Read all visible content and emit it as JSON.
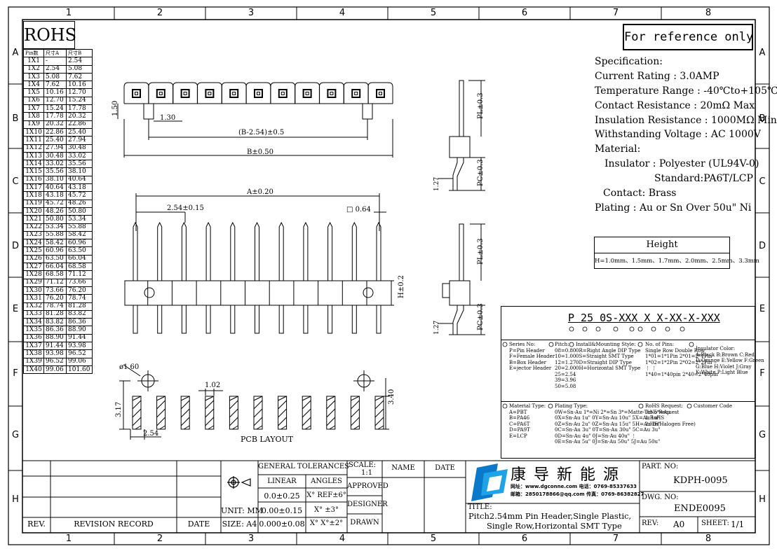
{
  "grid": {
    "columns": [
      "1",
      "2",
      "3",
      "4",
      "5",
      "6",
      "7",
      "8"
    ],
    "rows": [
      "A",
      "B",
      "C",
      "D",
      "E",
      "F",
      "G",
      "H"
    ]
  },
  "header": {
    "rohs": "ROHS",
    "reference": "For reference only"
  },
  "pin_table": {
    "headers": [
      "Pin数",
      "尺寸A",
      "尺寸B"
    ],
    "rows": [
      [
        "1X1",
        "-",
        "2.54"
      ],
      [
        "1X2",
        "2.54",
        "5.08"
      ],
      [
        "1X3",
        "5.08",
        "7.62"
      ],
      [
        "1X4",
        "7.62",
        "10.16"
      ],
      [
        "1X5",
        "10.16",
        "12.70"
      ],
      [
        "1X6",
        "12.70",
        "15.24"
      ],
      [
        "1X7",
        "15.24",
        "17.78"
      ],
      [
        "1X8",
        "17.78",
        "20.32"
      ],
      [
        "1X9",
        "20.32",
        "22.86"
      ],
      [
        "1X10",
        "22.86",
        "25.40"
      ],
      [
        "1X11",
        "25.40",
        "27.94"
      ],
      [
        "1X12",
        "27.94",
        "30.48"
      ],
      [
        "1X13",
        "30.48",
        "33.02"
      ],
      [
        "1X14",
        "33.02",
        "35.56"
      ],
      [
        "1X15",
        "35.56",
        "38.10"
      ],
      [
        "1X16",
        "38.10",
        "40.64"
      ],
      [
        "1X17",
        "40.64",
        "43.18"
      ],
      [
        "1X18",
        "43.18",
        "45.72"
      ],
      [
        "1X19",
        "45.72",
        "48.26"
      ],
      [
        "1X20",
        "48.26",
        "50.80"
      ],
      [
        "1X21",
        "50.80",
        "53.34"
      ],
      [
        "1X22",
        "53.34",
        "55.88"
      ],
      [
        "1X23",
        "55.88",
        "58.42"
      ],
      [
        "1X24",
        "58.42",
        "60.96"
      ],
      [
        "1X25",
        "60.96",
        "63.50"
      ],
      [
        "1X26",
        "63.50",
        "66.04"
      ],
      [
        "1X27",
        "66.04",
        "68.58"
      ],
      [
        "1X28",
        "68.58",
        "71.12"
      ],
      [
        "1X29",
        "71.12",
        "73.66"
      ],
      [
        "1X30",
        "73.66",
        "76.20"
      ],
      [
        "1X31",
        "76.20",
        "78.74"
      ],
      [
        "1X32",
        "78.74",
        "81.28"
      ],
      [
        "1X33",
        "81.28",
        "83.82"
      ],
      [
        "1X34",
        "83.82",
        "86.36"
      ],
      [
        "1X35",
        "86.36",
        "88.90"
      ],
      [
        "1X36",
        "88.90",
        "91.44"
      ],
      [
        "1X37",
        "91.44",
        "93.98"
      ],
      [
        "1X38",
        "93.98",
        "96.52"
      ],
      [
        "1X39",
        "96.52",
        "99.06"
      ],
      [
        "1X40",
        "99.06",
        "101.60"
      ]
    ]
  },
  "dims": {
    "d150": "1.50",
    "d130": "1.30",
    "pitch_span": "(B-2.54)±0.5",
    "b_len": "B±0.50",
    "a_len": "A±0.20",
    "pitch": "2.54±0.15",
    "pin_sq": "□ 0.64",
    "pl": "PL±0.3",
    "pc": "PC±0.3",
    "h": "H±0.2",
    "d127": "1.27",
    "hole": "ø1.60",
    "pad_w": "1.02",
    "pad_h": "3.40",
    "pad_off": "3.17",
    "pad_pitch": "2.54",
    "pcb_layout": "PCB LAYOUT"
  },
  "spec": {
    "title": "Specification:",
    "lines": [
      "Current Rating : 3.0AMP",
      "Temperature Range : -40℃to+105℃",
      "Contact Resistance : 20mΩ Max",
      "Insulation Resistance : 1000MΩ Min",
      "Withstanding Voltage : AC 1000V",
      "Material:",
      "Insulator : Polyester (UL94V-0)",
      "Standard:PA6T/LCP",
      "Contact: Brass",
      "Plating : Au or Sn Over 50u\" Ni"
    ]
  },
  "height_box": {
    "title": "Height",
    "values": "H=1.0mm、1.5mm、1.7mm、2.0mm、2.5mm、3.3mm"
  },
  "part_code": {
    "code": "P 25 0S-XXX X X-XX-X-XXX",
    "series": [
      "Series No:",
      "P=Pin Header",
      "F=Female Header",
      "B=Box Header",
      "E=jector Header"
    ],
    "pitch": [
      "Pitch:",
      "08=0.80",
      "10=1.00",
      "12=1.27",
      "20=2.00",
      "25=2.54",
      "39=3.96",
      "50=5.08"
    ],
    "install": [
      "Install&Mounting Style:",
      "0R=Right Angle DIP Type",
      "0S=Straight SMT Type",
      "0D=Straight DIP Type",
      "0H=Horizontal SMT Type"
    ],
    "pins": [
      "No. of Pins:",
      "Single Row  Double Row",
      "1*01=1*1Pin  2*01=2*1Pin",
      "1*02=1*2Pin  2*02=2*2Pin",
      "  ⋮           ⋮",
      "1*40=1*40pin  2*40=2*40pin"
    ],
    "color": [
      "Insulator Color:",
      "A:Black  B:Brown  C:Red",
      "D:Orange E:Yellow F:Green",
      "G:Blue   H:Violet J:Gray",
      "K:White  P:Light Blue"
    ],
    "material": [
      "Material Type:",
      "A=PBT",
      "B=PA46",
      "C=PA6T",
      "D=PA9T",
      "E=LCP"
    ],
    "plating": [
      "Plating Type:",
      "0W=Sn-Au 1*=Ni 2*=Sn 3*=Matte-Tin 5*=Au",
      "0X=Sn-Au 1u\" 0Y=Sn-Au 10u\"  5X=Au 1u\"",
      "0Z=Sn-Au 2u\" 0Z=Sn-Au 15u\"  5H=Au 2u\"",
      "0C=Sn-Au 3u\" 0T=Sn-Au 30u\"  5C=Au 3u\"",
      "0D=Sn-Au 4u\" 0J=Sn-Au 40u\"   ⋮",
      "0E=Sn-Au 5u\" 0J=Sn-Au 50u\" 5J=Au 50u\""
    ],
    "rohs": [
      "RoHS Request:",
      "0:No Request",
      "1:RoHS",
      "2:HF(Halogen Free)"
    ],
    "customer": [
      "Customer Code"
    ]
  },
  "title_block": {
    "rev": "REV.",
    "revision_record": "REVISION RECORD",
    "date": "DATE",
    "unit": "UNIT: MM",
    "size": "SIZE: A4",
    "general_tol": "GENERAL TOLERANCES",
    "linear": "LINEAR",
    "angles": "ANGLES",
    "tol1": "0.0±0.25",
    "tol2": "0.00±0.15",
    "tol3": "0.000±0.08",
    "ang1": "X° REF±6°",
    "ang2": "X° ±3°",
    "ang3": "X° X°±2°",
    "scale": "SCALE:",
    "scale_val": "1:1",
    "approved": "APPROVED",
    "designer": "DESIGNER",
    "drawn": "DRAWN",
    "name": "NAME",
    "date2": "DATE",
    "company": "康 导 新 能 源",
    "contact1": "网址：www.dgconne.com  电话：0769-85337633",
    "contact2": "邮箱：2850178866@qq.com 传真：0769-86382827",
    "title_label": "TITLE:",
    "title1": "Pitch2.54mm Pin Header,Single Plastic,",
    "title2": "Single Row,Horizontal SMT Type",
    "part_no_label": "PART. NO:",
    "part_no": "KDPH-0095",
    "dwg_label": "DWG. NO:",
    "dwg_no": "ENDE0095",
    "rev_label": "REV:",
    "rev_val": "A0",
    "sheet_label": "SHEET:",
    "sheet_val": "1/1"
  }
}
